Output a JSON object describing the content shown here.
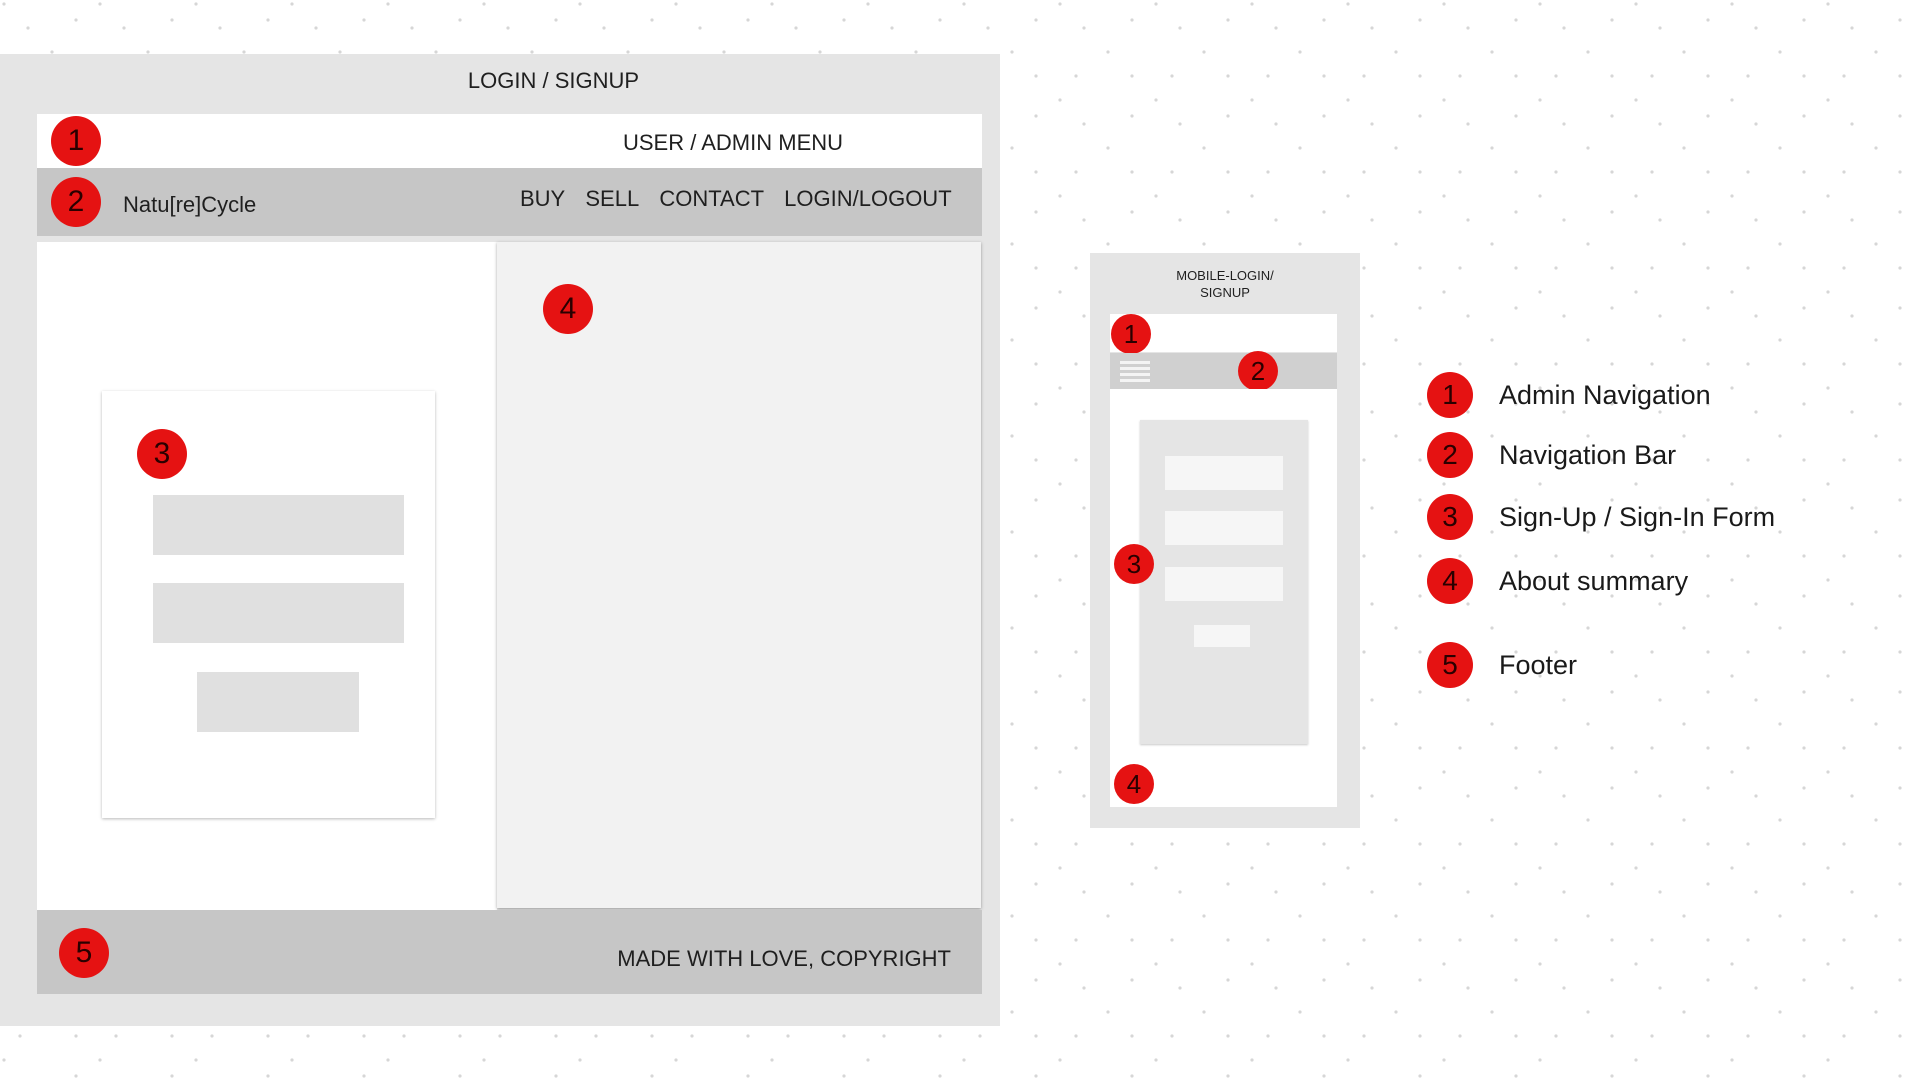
{
  "desktop": {
    "title": "LOGIN / SIGNUP",
    "admin_menu_label": "USER / ADMIN MENU",
    "brand": "Natu[re]Cycle",
    "nav_links": [
      "BUY",
      "SELL",
      "CONTACT",
      "LOGIN/LOGOUT"
    ],
    "footer_label": "MADE WITH LOVE, COPYRIGHT",
    "markers": [
      "1",
      "2",
      "3",
      "4",
      "5"
    ]
  },
  "mobile": {
    "title_line1": "MOBILE-LOGIN/",
    "title_line2": "SIGNUP",
    "markers": [
      "1",
      "2",
      "3",
      "4"
    ]
  },
  "legend": [
    {
      "num": "1",
      "label": "Admin Navigation"
    },
    {
      "num": "2",
      "label": "Navigation Bar"
    },
    {
      "num": "3",
      "label": "Sign-Up / Sign-In Form"
    },
    {
      "num": "4",
      "label": "About summary"
    },
    {
      "num": "5",
      "label": "Footer"
    }
  ],
  "colors": {
    "marker": "#e51212",
    "panel": "#e5e5e5",
    "nav_bar": "#c6c6c6",
    "placeholder": "#e0e0e0"
  }
}
